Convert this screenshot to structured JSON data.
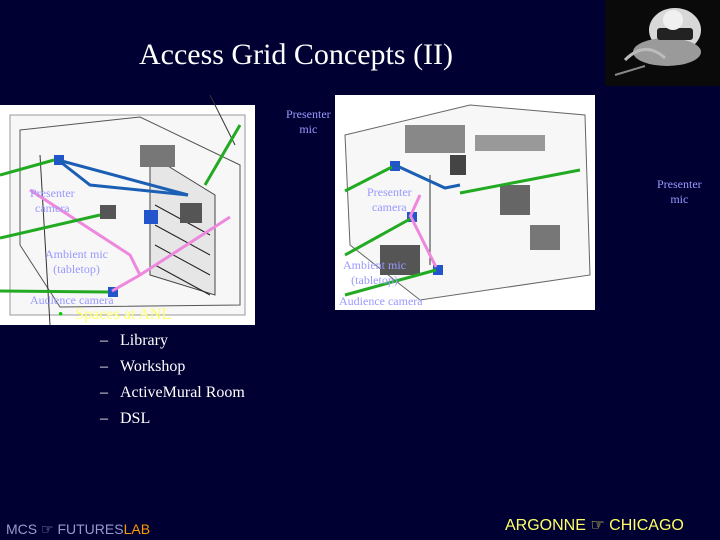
{
  "slide": {
    "title": "Access Grid Concepts (II)",
    "left_plan_labels": {
      "presenter_mic": [
        "Presenter",
        "mic"
      ],
      "presenter_camera": [
        "Presenter",
        "camera"
      ],
      "ambient_mic": [
        "Ambient mic",
        "(tabletop)"
      ],
      "audience_camera": "Audience camera"
    },
    "right_plan_labels": {
      "presenter_camera": [
        "Presenter",
        "camera"
      ],
      "presenter_mic": [
        "Presenter",
        "mic"
      ],
      "ambient_mic": [
        "Ambient mic",
        "(tabletop)"
      ],
      "audience_camera": "Audience camera"
    },
    "bullet": "Spaces at ANL",
    "sub_items": [
      "Library",
      "Workshop",
      "ActiveMural Room",
      "DSL"
    ],
    "footer_left": {
      "prefix": "MCS",
      "symbol": "☞",
      "mid": "FUTURES",
      "strong": "LAB"
    },
    "footer_right": {
      "left": "ARGONNE",
      "symbol": "☞",
      "right": "CHICAGO"
    },
    "colors": {
      "background": "#000033",
      "title": "#FFFFFF",
      "label": "#9999ff",
      "bullet_text": "#FFFF66",
      "accent": "#ff9900"
    }
  }
}
